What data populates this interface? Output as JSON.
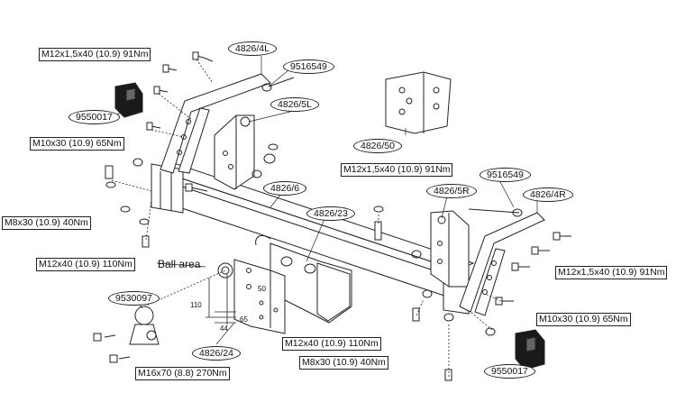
{
  "parts": {
    "p4826_4l": "4826/4L",
    "p9516549_top": "9516549",
    "p4826_5l": "4826/5L",
    "p9550017_left": "9550017",
    "p4826_50": "4826/50",
    "p4826_6": "4826/6",
    "p9516549_right": "9516549",
    "p4826_5r": "4826/5R",
    "p4826_4r": "4826/4R",
    "p4826_23": "4826/23",
    "p9530097": "9530097",
    "p4826_24": "4826/24",
    "p9550017_right": "9550017"
  },
  "bolts": {
    "b_m12x15_top": "M12x1,5x40 (10.9) 91Nm",
    "b_m10x30_left": "M10x30 (10.9) 65Nm",
    "b_m8x30_left": "M8x30 (10.9) 40Nm",
    "b_m12x40_left": "M12x40 (10.9) 110Nm",
    "b_m12x15_mid": "M12x1,5x40 (10.9) 91Nm",
    "b_m12x15_right": "M12x1,5x40 (10.9) 91Nm",
    "b_m10x30_right": "M10x30 (10.9) 65Nm",
    "b_m12x40_bottom": "M12x40 (10.9) 110Nm",
    "b_m8x30_bottom": "M8x30 (10.9) 40Nm",
    "b_m16x70": "M16x70 (8.8) 270Nm"
  },
  "ball_area": {
    "title": "Ball area",
    "dim_110": "110",
    "dim_44": "44",
    "dim_65": "65",
    "dim_50": "50"
  },
  "colors": {
    "line": "#222222",
    "background": "#ffffff"
  }
}
